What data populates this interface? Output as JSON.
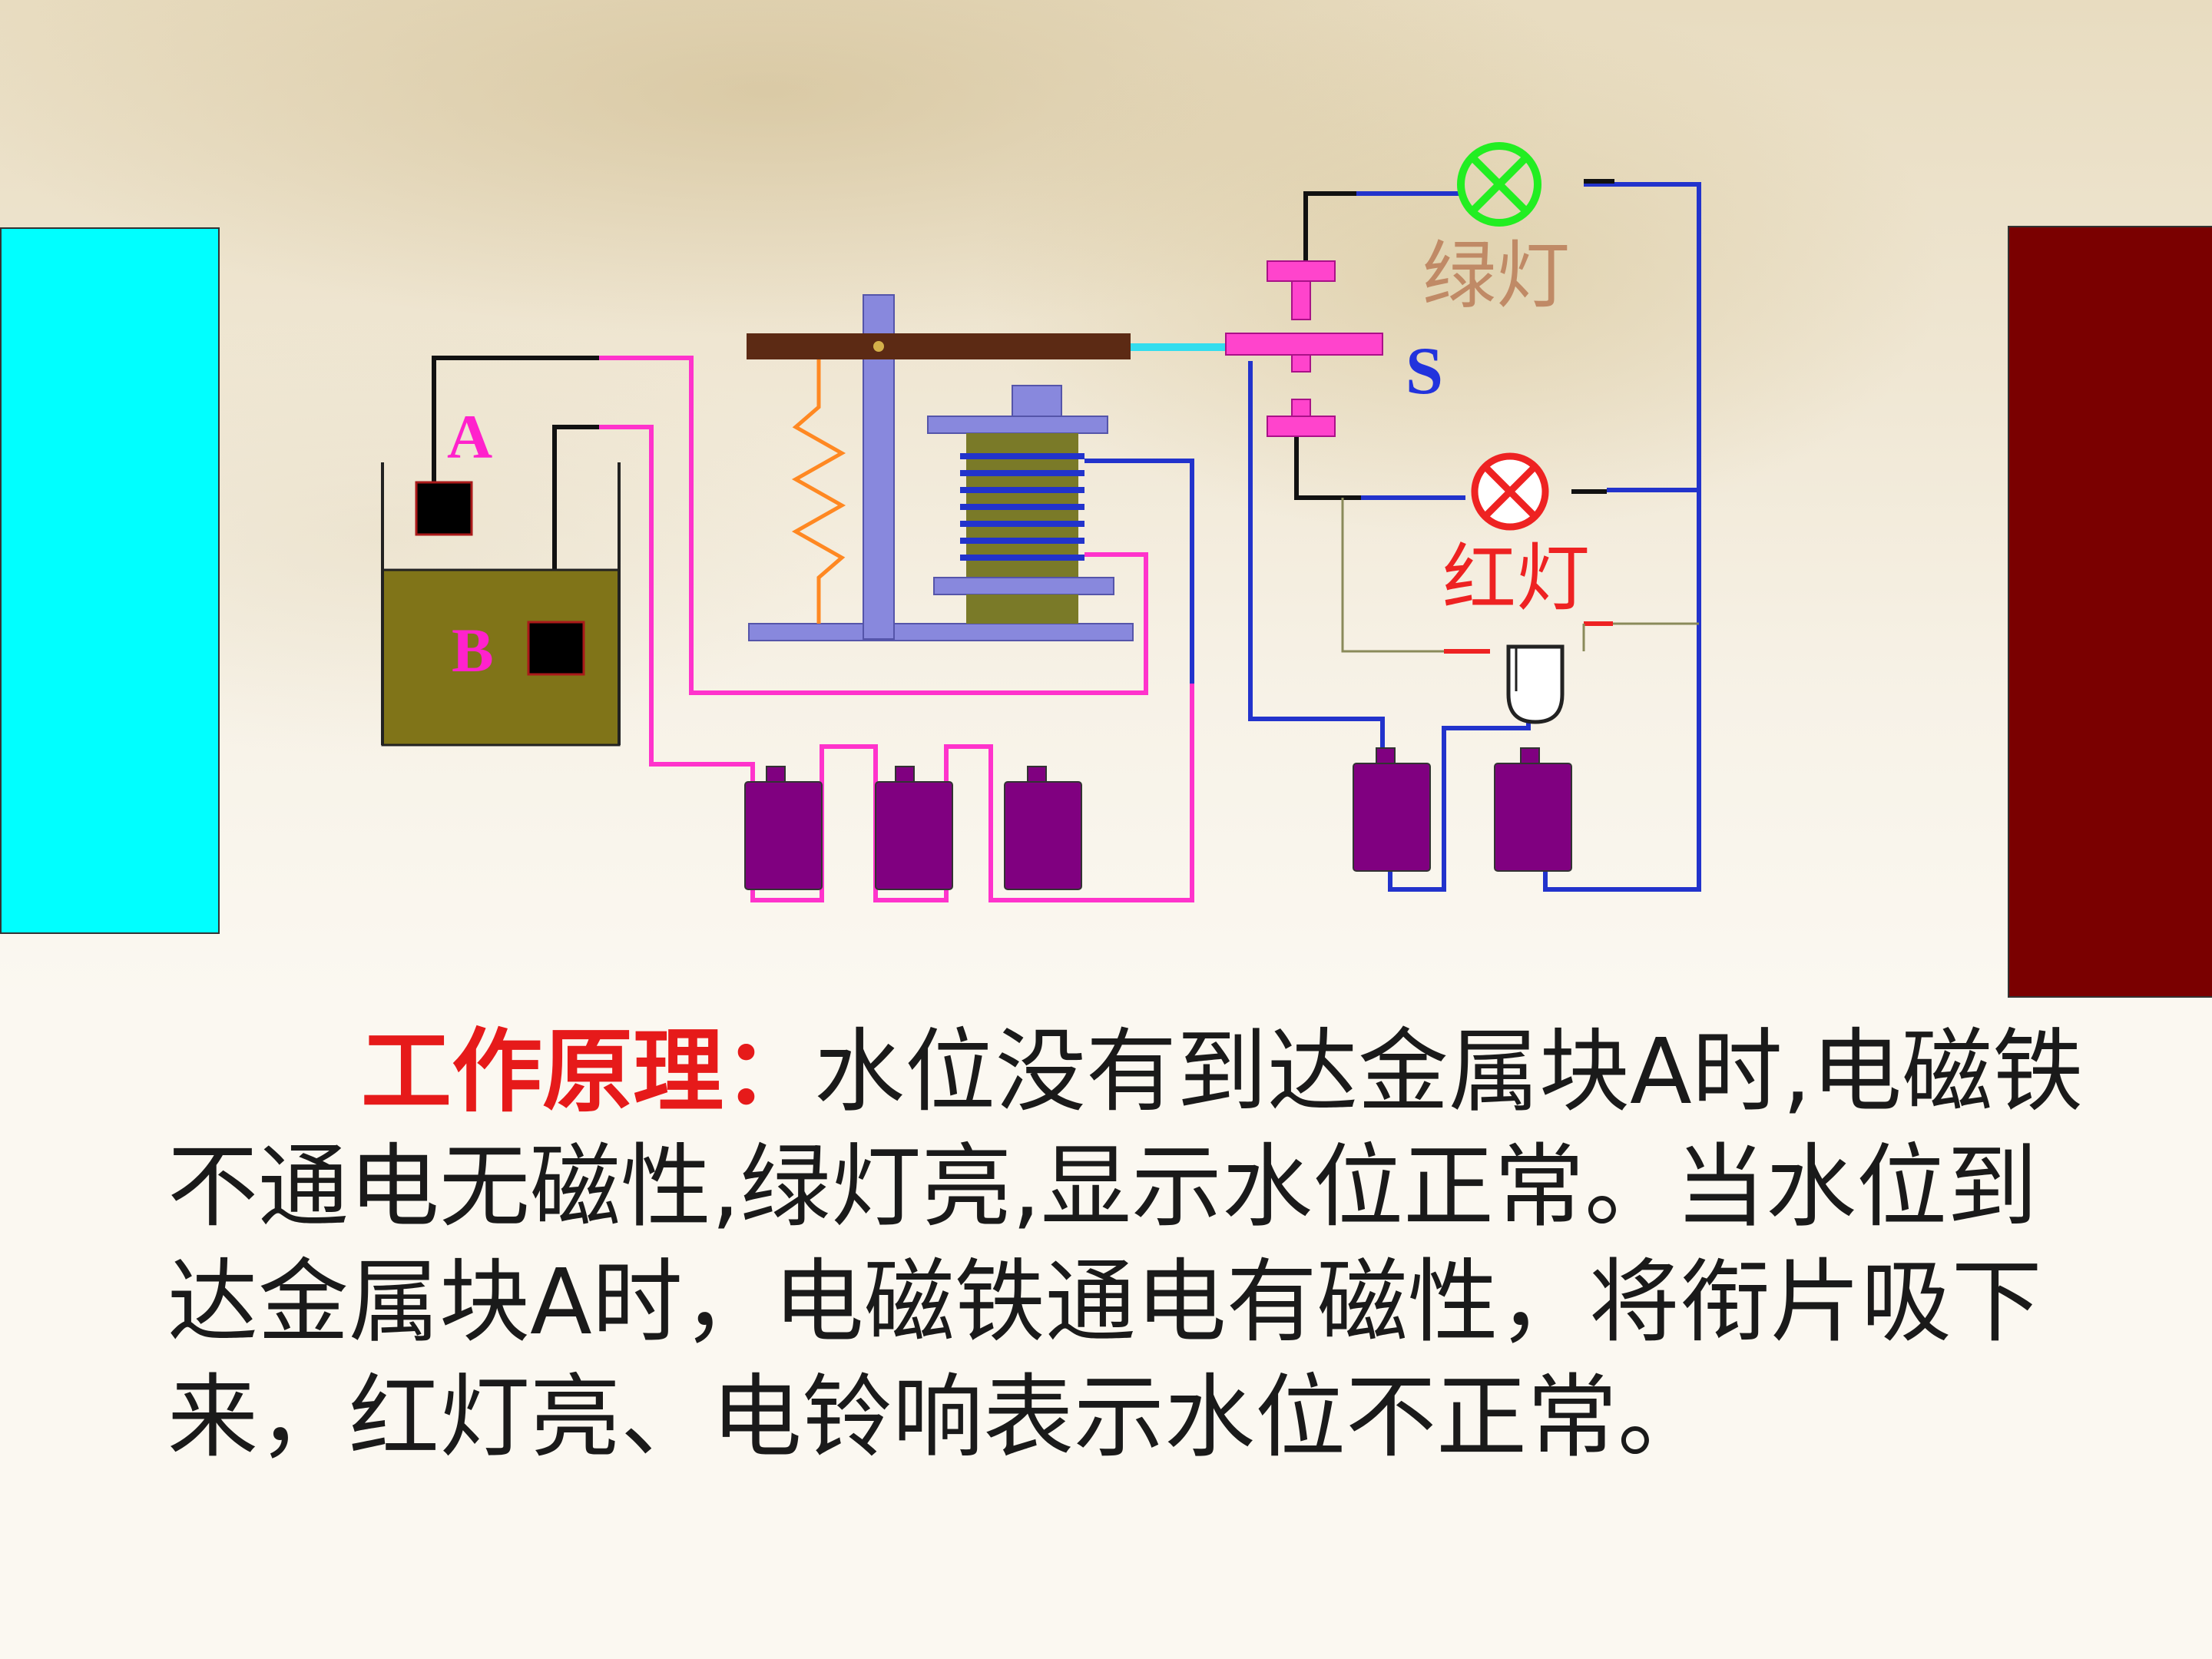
{
  "diagram": {
    "label_a": "A",
    "label_b": "B",
    "label_s": "S",
    "green_lamp_label": "绿灯",
    "red_lamp_label": "红灯"
  },
  "principle": {
    "heading": "工作原理：",
    "line1": "水位没有到达金属块A时,电磁铁",
    "line2": "不通电无磁性,绿灯亮,显示水位正常。当水位到",
    "line3": "达金属块A时，电磁铁通电有磁性，将衔片吸下",
    "line4": "来，红灯亮、电铃响表示水位不正常。"
  },
  "colors": {
    "left_block": "#00ffff",
    "right_block": "#7a0000",
    "heading": "#e61a1a",
    "wire_control": "#ff33cc",
    "wire_work": "#2233cc",
    "battery": "#800080",
    "water": "#807418",
    "green_lamp": "#22ee22",
    "red_lamp": "#ee2222"
  }
}
